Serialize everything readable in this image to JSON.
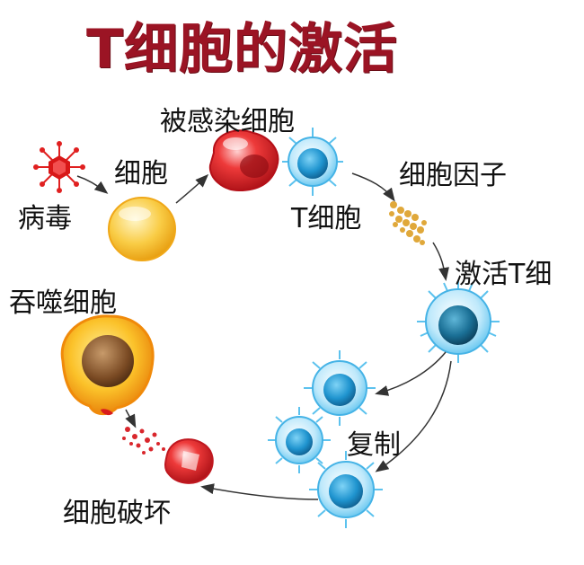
{
  "title": "T细胞的激活",
  "labels": {
    "virus": "病毒",
    "cell": "细胞",
    "infected_cell": "被感染细胞",
    "t_cell": "T细胞",
    "cytokine": "细胞因子",
    "activated_t": "激活T细",
    "phagocyte": "吞噬细胞",
    "replication": "复制",
    "cell_destruction": "细胞破坏"
  },
  "colors": {
    "title": "#9b1424",
    "virus": "#e02020",
    "healthy_cell": "#f5b21a",
    "infected_cell": "#d91c1c",
    "t_cell": "#1e9bd7",
    "cytokine": "#e0a83a",
    "phagocyte": "#f3a318",
    "arrow": "#333333"
  }
}
